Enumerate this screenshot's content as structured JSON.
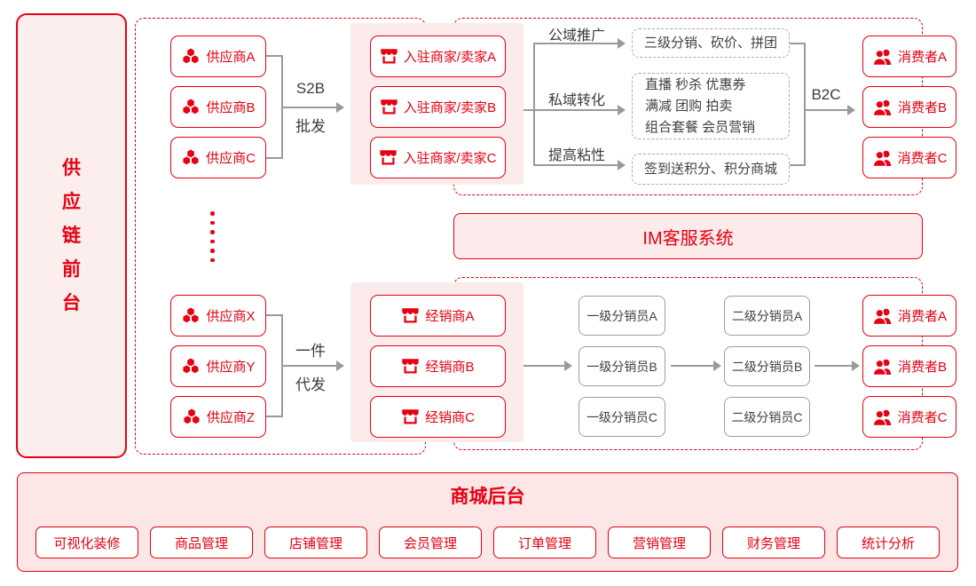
{
  "colors": {
    "accent_red": "#e60012",
    "pink_light": "#fdeeee",
    "pink_group": "#fcebeb",
    "pink_bar": "#fce6e6",
    "gray_line": "#9a9a9a",
    "gray_text": "#3f3f3f"
  },
  "sidebar": {
    "label": "供应链前台",
    "chars": [
      "供",
      "应",
      "链",
      "前",
      "台"
    ]
  },
  "top_flow": {
    "suppliers": [
      "供应商A",
      "供应商B",
      "供应商C"
    ],
    "bracket": {
      "line1": "S2B",
      "line2": "批发"
    },
    "merchants": [
      "入驻商家/卖家A",
      "入驻商家/卖家B",
      "入驻商家/卖家C"
    ],
    "branches": [
      "公域推广",
      "私域转化",
      "提高粘性"
    ],
    "strategies": {
      "box1": "三级分销、砍价、拼团",
      "box2_lines": [
        "直播 秒杀 优惠券",
        "满减 团购 拍卖",
        "组合套餐 会员营销"
      ],
      "box3": "签到送积分、积分商城"
    },
    "b2c": "B2C",
    "consumers": [
      "消费者A",
      "消费者B",
      "消费者C"
    ]
  },
  "im": {
    "label": "IM客服系统"
  },
  "bottom_flow": {
    "suppliers": [
      "供应商X",
      "供应商Y",
      "供应商Z"
    ],
    "bracket": {
      "line1": "一件",
      "line2": "代发"
    },
    "dealers": [
      "经销商A",
      "经销商B",
      "经销商C"
    ],
    "level1": [
      "一级分销员A",
      "一级分销员B",
      "一级分销员C"
    ],
    "level2": [
      "二级分销员A",
      "二级分销员B",
      "二级分销员C"
    ],
    "consumers": [
      "消费者A",
      "消费者B",
      "消费者C"
    ]
  },
  "backend": {
    "title": "商城后台",
    "buttons": [
      "可视化装修",
      "商品管理",
      "店铺管理",
      "会员管理",
      "订单管理",
      "营销管理",
      "财务管理",
      "统计分析"
    ]
  }
}
